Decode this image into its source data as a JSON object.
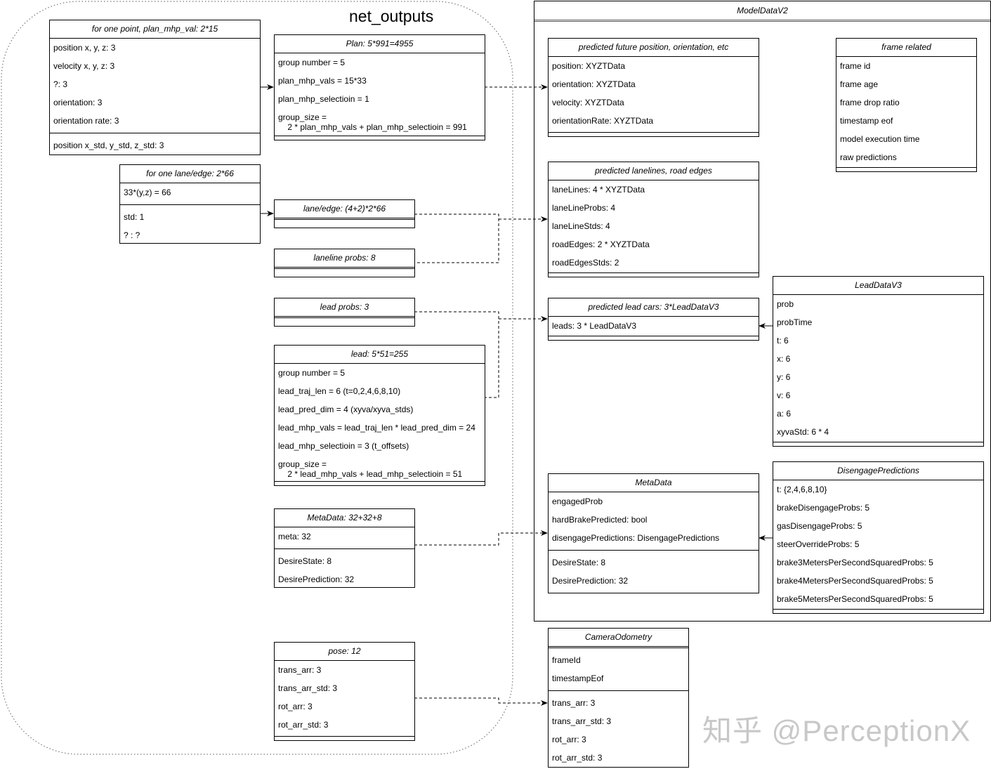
{
  "group": {
    "title": "net_outputs"
  },
  "container": {
    "title": "ModelDataV2"
  },
  "boxes": {
    "plan_point": {
      "title": "for one point, plan_mhp_val: 2*15",
      "rows": [
        "position x, y, z: 3",
        "velocity x, y, z: 3",
        "?: 3",
        "orientation: 3",
        "orientation rate: 3"
      ],
      "rows2": [
        "position x_std, y_std, z_std: 3"
      ]
    },
    "plan": {
      "title": "Plan: 5*991=4955",
      "rows": [
        "group number = 5",
        "plan_mhp_vals = 15*33",
        "plan_mhp_selectioin = 1",
        "group_size =\n    2 * plan_mhp_vals + plan_mhp_selectioin = 991"
      ]
    },
    "lane_edge_one": {
      "title": "for one lane/edge: 2*66",
      "rows": [
        "33*(y,z) = 66"
      ],
      "rows2": [
        "std: 1",
        "? : ?"
      ]
    },
    "lane_edge": {
      "title": "lane/edge: (4+2)*2*66"
    },
    "laneline_probs": {
      "title": "laneline probs: 8"
    },
    "lead_probs": {
      "title": "lead probs: 3"
    },
    "lead": {
      "title": "lead: 5*51=255",
      "rows": [
        "group number = 5",
        "lead_traj_len = 6 (t=0,2,4,6,8,10)",
        "lead_pred_dim = 4 (xyva/xyva_stds)",
        "lead_mhp_vals = lead_traj_len * lead_pred_dim = 24",
        "lead_mhp_selectioin = 3 (t_offsets)",
        "group_size =\n    2 * lead_mhp_vals + lead_mhp_selectioin = 51"
      ]
    },
    "metadata_out": {
      "title": "MetaData: 32+32+8",
      "rows": [
        "meta: 32"
      ],
      "rows2": [
        "DesireState: 8",
        "DesirePrediction: 32"
      ]
    },
    "pose": {
      "title": "pose: 12",
      "rows": [
        "trans_arr: 3",
        "trans_arr_std: 3",
        "rot_arr: 3",
        "rot_arr_std: 3"
      ]
    },
    "pred_future": {
      "title": "predicted future position, orientation, etc",
      "rows": [
        "position: XYZTData",
        "orientation: XYZTData",
        "velocity: XYZTData",
        "orientationRate: XYZTData"
      ]
    },
    "frame_related": {
      "title": "frame related",
      "rows": [
        "frame id",
        "frame age",
        "frame drop ratio",
        "timestamp eof",
        "model execution time",
        "raw predictions"
      ]
    },
    "pred_lanelines": {
      "title": "predicted lanelines, road edges",
      "rows": [
        "laneLines: 4 * XYZTData",
        "laneLineProbs: 4",
        "laneLineStds: 4",
        "roadEdges: 2 * XYZTData",
        "roadEdgesStds: 2"
      ]
    },
    "pred_lead_cars": {
      "title": "predicted lead cars: 3*LeadDataV3",
      "rows": [
        "leads: 3 * LeadDataV3"
      ]
    },
    "lead_data_v3": {
      "title": "LeadDataV3",
      "rows": [
        "prob",
        "probTime",
        "t: 6",
        "x: 6",
        "y: 6",
        "v: 6",
        "a: 6",
        "xyvaStd: 6 * 4"
      ]
    },
    "metadata": {
      "title": "MetaData",
      "rows": [
        "engagedProb",
        "hardBrakePredicted: bool",
        "disengagePredictions: DisengagePredictions"
      ],
      "rows2": [
        "DesireState: 8",
        "DesirePrediction: 32"
      ]
    },
    "disengage": {
      "title": "DisengagePredictions",
      "rows": [
        "t: {2,4,6,8,10}",
        "brakeDisengageProbs: 5",
        "gasDisengageProbs: 5",
        "steerOverrideProbs: 5",
        "brake3MetersPerSecondSquaredProbs: 5",
        "brake4MetersPerSecondSquaredProbs: 5",
        "brake5MetersPerSecondSquaredProbs: 5"
      ]
    },
    "camera_odometry": {
      "title": "CameraOdometry",
      "rows": [
        "frameId",
        "timestampEof"
      ],
      "rows2": [
        "trans_arr: 3",
        "trans_arr_std: 3",
        "rot_arr: 3",
        "rot_arr_std: 3"
      ]
    }
  },
  "watermark": "知乎 @PerceptionX",
  "colors": {
    "line": "#000000",
    "group_border": "#888888",
    "watermark": "#c8c8c8"
  }
}
